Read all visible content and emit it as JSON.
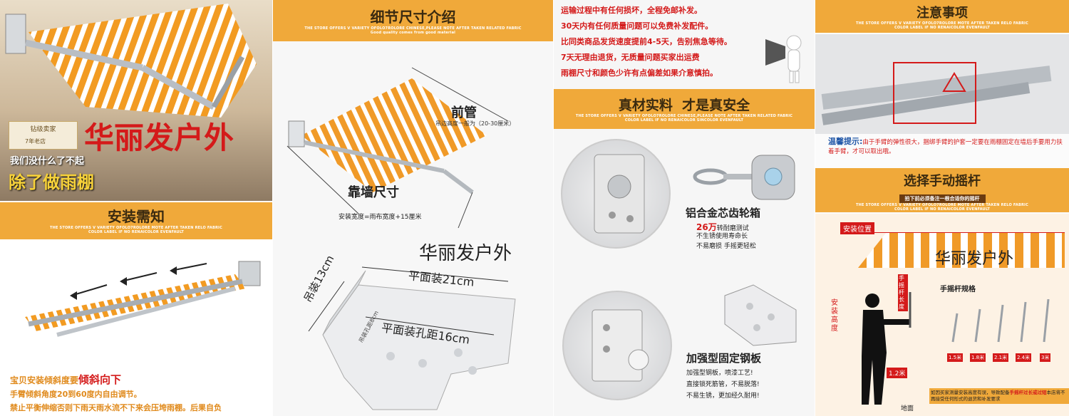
{
  "panel1": {
    "shop_badge": "钻级卖家",
    "shop_years": "7年老店",
    "brand": "华丽发户外",
    "slogan_small": "我们没什么了不起",
    "slogan_big": "除了做雨棚",
    "install_title": "安装需知",
    "eng_line1": "THE STORE OFFERS V VARIETY OFOLO7ROLORE MOTE AFTER TAKEN RELO FABRIC",
    "eng_line2": "COLOR LABEL IF NO RENAICOLOR EVENFAULT",
    "note1_prefix": "宝贝安装倾斜度要",
    "note1_emph": "倾斜向下",
    "note2": "手臂倾斜角度20到60度内自由调节。",
    "note3": "禁止平衡伸缩否则下雨天雨水流不下来会压垮雨棚。后果自负"
  },
  "panel2": {
    "title": "细节尺寸介绍",
    "eng_line1": "THE STORE OFFERS V VARIETY OFOLO7ROLORE CHINESE,PLEASE NOTE AFTER TAKEN RELATED FABRIC",
    "eng_line2": "Good quality comes from good material",
    "front_tube": "前管",
    "front_tube_note": "吊边高度一般为（20-30厘米）",
    "wall_size": "靠墙尺寸",
    "install_width": "安装宽度=雨布宽度+15厘米",
    "brand": "华丽发户外",
    "flat_install": "平面装21cm",
    "hang_install": "吊装13cm",
    "hole_distance": "平面装孔距16cm",
    "hang_hole": "吊装孔距8cm"
  },
  "panel3": {
    "line1": "运输过程中有任何损坏，全程免邮补发。",
    "line2": "30天内有任何质量问题可以免费补发配件。",
    "line3": "比同类商品发货速度提前4-5天，告别焦急等待。",
    "line4": "7天无理由退货，无质量问题买家出运费",
    "line5": "雨棚尺寸和颜色少许有点偏差如果介意慎拍。",
    "section_title": "真材实料  才是真安全",
    "eng_line1": "THE STORE OFFERS V VARIETY OFOLO7ROLORE CHINESE,PLEASE NOTE AFTER TAKEN RELATED FABRIC",
    "eng_line2": "COLOR LABEL IF NO RENAICOLOR SINCOLOR EVENFAULT",
    "gearbox_title": "铝合金芯齿轮箱",
    "gearbox_line1_emph": "26万",
    "gearbox_line1": "转耐磨测试",
    "gearbox_line2": "不生锈使用寿命长",
    "gearbox_line3": "不易磨损  手摇更轻松",
    "plate_title": "加强型固定钢板",
    "plate_line1": "加强型钢板，喷漆工艺!",
    "plate_line2": "直接锁死筋管，不易脱落!",
    "plate_line3": "不易生锈，更加经久耐用!"
  },
  "panel4": {
    "title": "注意事项",
    "eng_line1": "THE STORE OFFERS V VARIETY OFOLO7ROLORE MOTE AFTER TAKEN RELO FABRIC",
    "eng_line2": "COLOR LABEL IF NO RENAICOLOR EVENFAULT",
    "tip_label": "温馨提示:",
    "tip_text": "由于手臂的弹性很大，捆绑手臂的护套一定要在雨棚固定在墙后手要用力扶着手臂，才可以取出哦。",
    "crank_title": "选择手动摇杆",
    "crank_sub": "拍下前必须备注一根合适你的摇杆",
    "eng2_line1": "THE STORE OFFERS V VARIETY OFOLO7ROLORE MOTE AFTER TAKEN RELO FABRIC",
    "eng2_line2": "COLOR LABEL IF NO RENAICOLOR EVENFAULT",
    "install_pos": "安装位置",
    "brand": "华丽发户外",
    "crank_len_label": "手摇杆长度",
    "install_height": "安装高度",
    "crank_spec": "手摇杆规格",
    "sizes": [
      "1.5米",
      "1.8米",
      "2.1米",
      "2.4米",
      "3米"
    ],
    "height_12": "1.2米",
    "ground": "地面",
    "bottom_note_a": "如因买家测量安装高度有误，导致配备",
    "bottom_note_b": "手摇杆过长或过短",
    "bottom_note_c": "本店将不再接受任何形式的退货和补发要求"
  },
  "colors": {
    "accent": "#f0a93a",
    "red": "#d41a1a"
  }
}
